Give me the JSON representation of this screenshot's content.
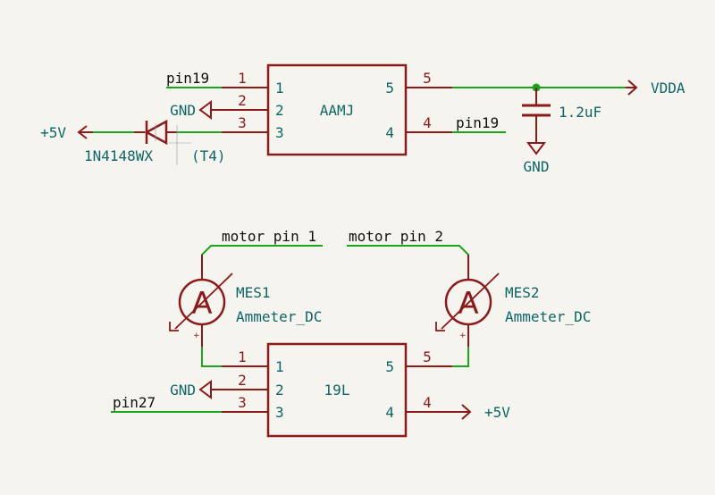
{
  "u1": {
    "name": "AAMJ",
    "left_pins": [
      {
        "num": "1",
        "name": "1"
      },
      {
        "num": "2",
        "name": "2"
      },
      {
        "num": "3",
        "name": "3"
      }
    ],
    "right_pins": [
      {
        "num": "5",
        "name": "5"
      },
      {
        "num": "4",
        "name": "4"
      }
    ]
  },
  "u2": {
    "name": "19L",
    "left_pins": [
      {
        "num": "1",
        "name": "1"
      },
      {
        "num": "2",
        "name": "2"
      },
      {
        "num": "3",
        "name": "3"
      }
    ],
    "right_pins": [
      {
        "num": "5",
        "name": "5"
      },
      {
        "num": "4",
        "name": "4"
      }
    ]
  },
  "nets": {
    "pin19_left": "pin19",
    "pin19_right": "pin19",
    "pin27": "pin27",
    "motor1": "motor pin 1",
    "motor2": "motor pin 2"
  },
  "power": {
    "gnd_u1": "GND",
    "gnd_cap": "GND",
    "gnd_u2": "GND",
    "p5v_left": "+5V",
    "p5v_u2": "+5V",
    "vdda": "VDDA"
  },
  "diode": {
    "value": "1N4148WX",
    "ref": "(T4)"
  },
  "capacitor": {
    "value": "1.2uF"
  },
  "meters": [
    {
      "ref": "MES1",
      "value": "Ammeter_DC",
      "symbol": "A",
      "plus": "+"
    },
    {
      "ref": "MES2",
      "value": "Ammeter_DC",
      "symbol": "A",
      "plus": "+"
    }
  ]
}
